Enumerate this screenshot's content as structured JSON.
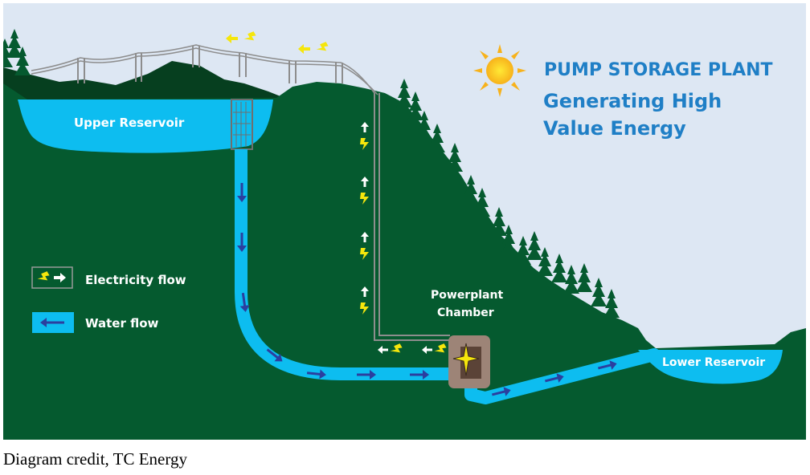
{
  "diagram": {
    "title": "PUMP STORAGE PLANT",
    "subtitle_line1": "Generating High",
    "subtitle_line2": "Value Energy",
    "labels": {
      "upper_reservoir": "Upper Reservoir",
      "lower_reservoir": "Lower Reservoir",
      "powerplant_line1": "Powerplant",
      "powerplant_line2": "Chamber"
    },
    "legend": [
      {
        "label": "Electricity flow",
        "icon": "electricity-flow-icon"
      },
      {
        "label": "Water flow",
        "icon": "water-flow-icon"
      }
    ],
    "colors": {
      "sky": "#dde7f3",
      "forest": "#055a2f",
      "dark_hills": "#063f1f",
      "water": "#0dbdf0",
      "arrow": "#2b3f9f",
      "bolt": "#f5e60c",
      "title": "#1f7fc6",
      "chamber": "#9d8477",
      "wire": "#8d8d8d"
    }
  },
  "caption": "Diagram credit, TC Energy"
}
